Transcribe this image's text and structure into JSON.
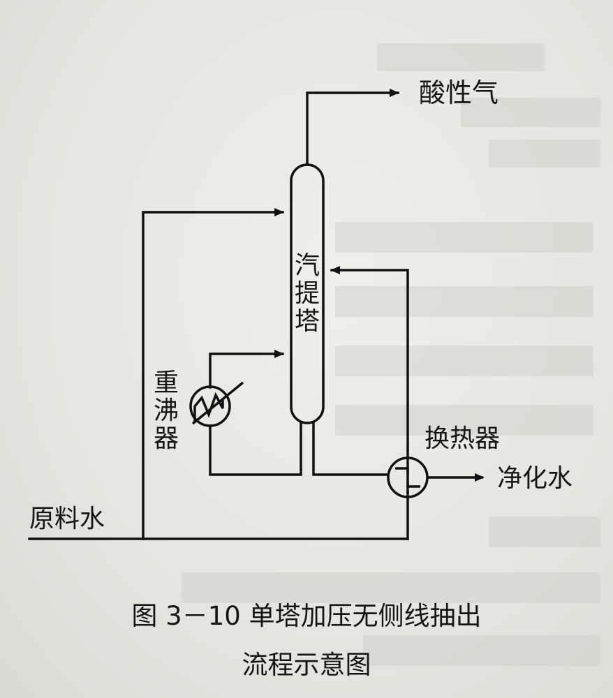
{
  "diagram": {
    "labels": {
      "acid_gas": "酸性气",
      "stripper": "汽提塔",
      "reboiler": "重沸器",
      "heat_exchanger": "换热器",
      "purified_water": "净化水",
      "raw_water": "原料水"
    },
    "caption": {
      "line1": "图 3－10   单塔加压无侧线抽出",
      "line2": "流程示意图"
    }
  }
}
